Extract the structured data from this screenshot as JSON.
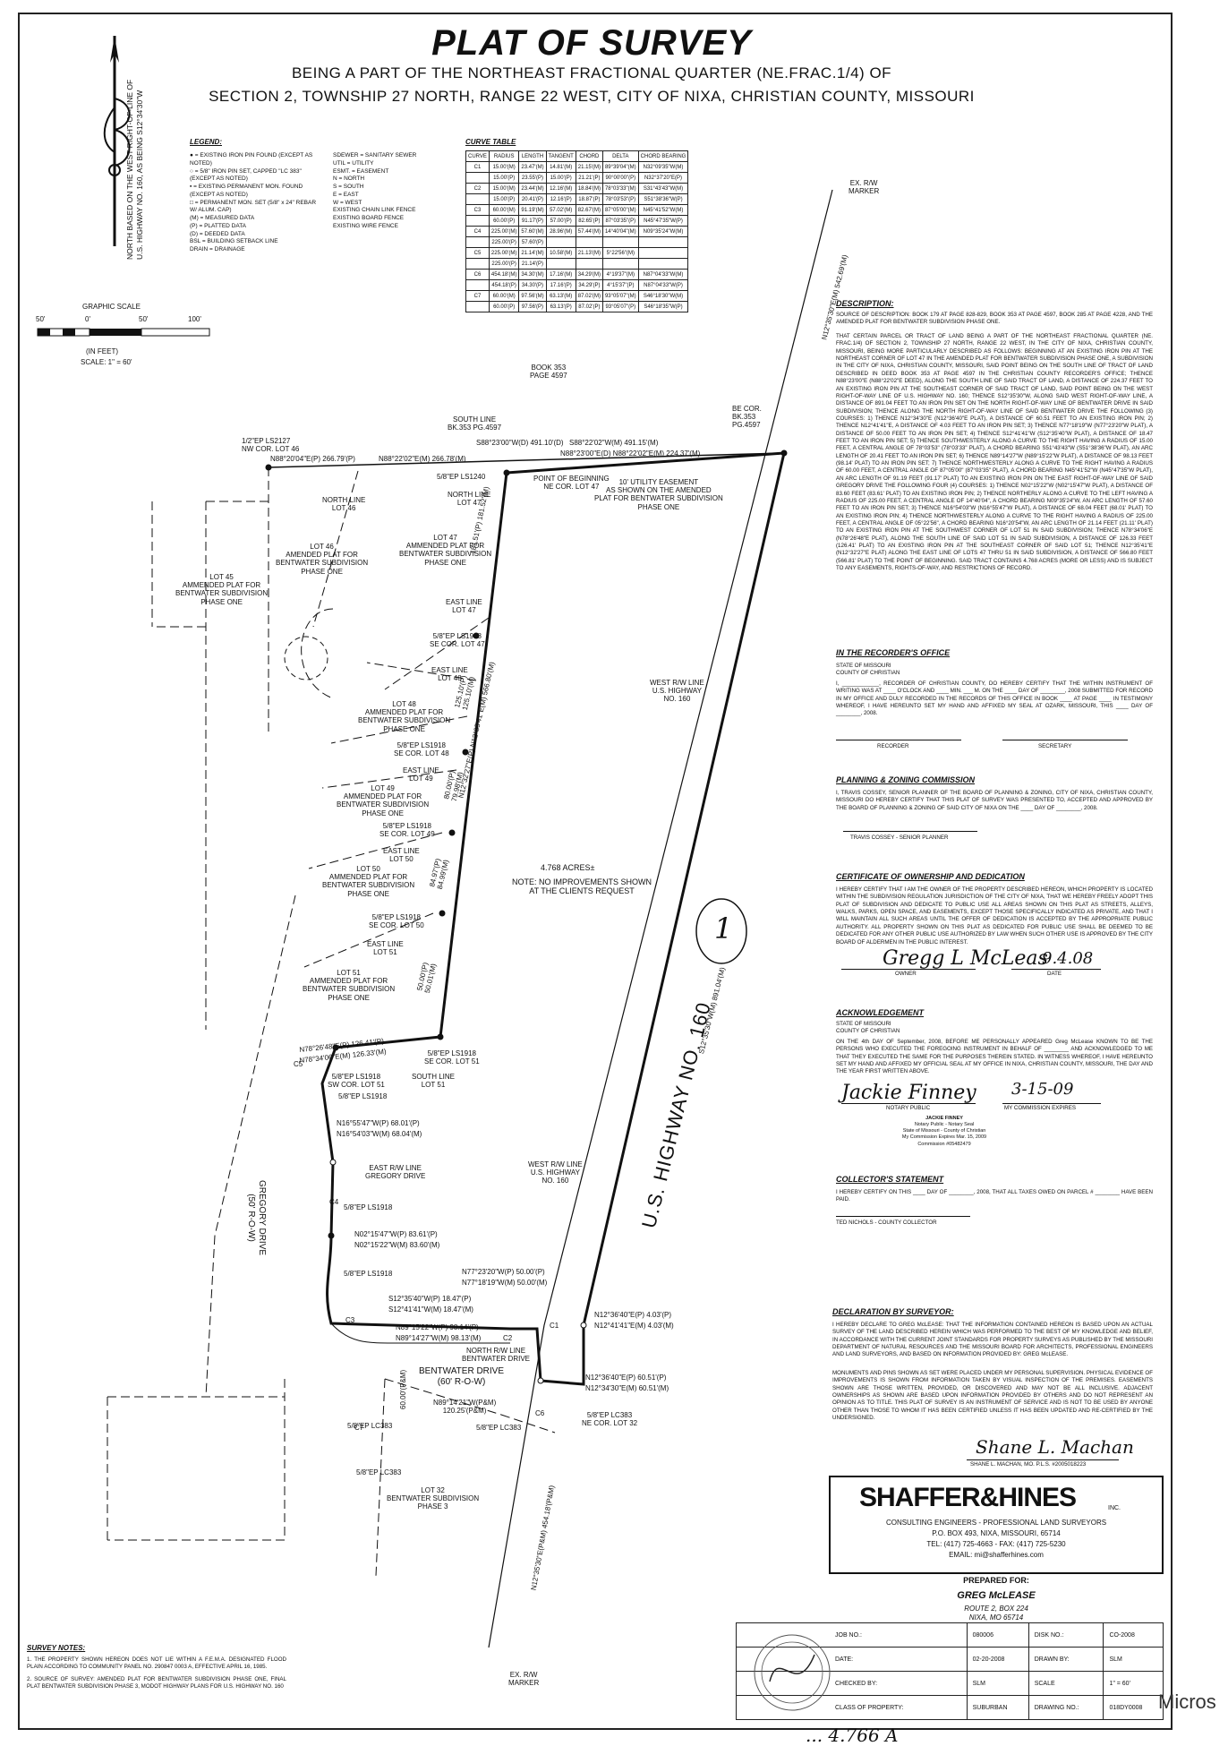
{
  "title": "PLAT OF SURVEY",
  "subtitle_1": "BEING A PART OF THE NORTHEAST FRACTIONAL QUARTER (NE.FRAC.1/4) OF",
  "subtitle_2": "SECTION 2, TOWNSHIP 27 NORTH, RANGE 22 WEST, CITY OF NIXA, CHRISTIAN COUNTY, MISSOURI",
  "north_note": "NORTH BASED ON THE WEST RIGHT-OF-LINE OF U.S. HIGHWAY NO. 160, AS BEING S12°34'30\"W",
  "legend": {
    "title": "LEGEND:",
    "items_left": [
      "● = EXISTING IRON PIN FOUND (EXCEPT AS NOTED)",
      "○ = 5/8\" IRON PIN SET, CAPPED \"LC 383\" (EXCEPT AS NOTED)",
      "▪ = EXISTING PERMANENT MON. FOUND (EXCEPT AS NOTED)",
      "□ = PERMANENT MON. SET (5/8\" x 24\" REBAR W/ ALUM. CAP)",
      "(M) = MEASURED DATA",
      "(P) = PLATTED DATA",
      "(D) = DEEDED DATA",
      "BSL = BUILDING SETBACK LINE",
      "DRAIN = DRAINAGE"
    ],
    "items_right": [
      "SDEWER = SANITARY SEWER",
      "UTIL = UTILITY",
      "ESMT. = EASEMENT",
      "N = NORTH",
      "S = SOUTH",
      "E = EAST",
      "W = WEST",
      "EXISTING CHAIN LINK FENCE",
      "EXISTING BOARD FENCE",
      "EXISTING WIRE FENCE"
    ]
  },
  "graphic_scale": {
    "label": "GRAPHIC SCALE",
    "ticks": [
      "50'",
      "0'",
      "50'",
      "100'"
    ],
    "units": "(IN FEET)",
    "scale": "SCALE: 1\" = 60'"
  },
  "curve_table": {
    "title": "CURVE TABLE",
    "headers": [
      "CURVE",
      "RADIUS",
      "LENGTH",
      "TANGENT",
      "CHORD",
      "DELTA",
      "CHORD BEARING"
    ],
    "rows": [
      [
        "C1",
        "15.00'(M)",
        "23.47'(M)",
        "14.81'(M)",
        "21.15'(M)",
        "89°39'04\"(M)",
        "N32°09'35\"W(M)"
      ],
      [
        "",
        "15.00'(P)",
        "23.55'(P)",
        "15.00'(P)",
        "21.21'(P)",
        "90°00'00\"(P)",
        "N32°37'20\"E(P)"
      ],
      [
        "C2",
        "15.00'(M)",
        "23.44'(M)",
        "12.16'(M)",
        "18.84'(M)",
        "78°03'33\"(M)",
        "S31°43'43\"W(M)"
      ],
      [
        "",
        "15.00'(P)",
        "20.41'(P)",
        "12.16'(P)",
        "18.87'(P)",
        "78°03'53\"(P)",
        "S51°38'36\"W(P)"
      ],
      [
        "C3",
        "60.00'(M)",
        "91.19'(M)",
        "57.02'(M)",
        "82.67'(M)",
        "87°05'00\"(M)",
        "N45°41'52\"W(M)"
      ],
      [
        "",
        "60.00'(P)",
        "91.17'(P)",
        "57.00'(P)",
        "82.65'(P)",
        "87°03'35\"(P)",
        "N45°47'35\"W(P)"
      ],
      [
        "C4",
        "225.00'(M)",
        "57.60'(M)",
        "28.96'(M)",
        "57.44'(M)",
        "14°40'04\"(M)",
        "N09°35'24\"W(M)"
      ],
      [
        "",
        "225.00'(P)",
        "57.60'(P)",
        "",
        "",
        "",
        ""
      ],
      [
        "C5",
        "225.00'(M)",
        "21.14'(M)",
        "10.58'(M)",
        "21.13'(M)",
        "5°22'56\"(M)",
        ""
      ],
      [
        "",
        "225.00'(P)",
        "21.14'(P)",
        "",
        "",
        "",
        ""
      ],
      [
        "C6",
        "454.18'(M)",
        "34.30'(M)",
        "17.16'(M)",
        "34.29'(M)",
        "4°19'37\"(M)",
        "N87°04'33\"W(M)"
      ],
      [
        "",
        "454.18'(P)",
        "34.30'(P)",
        "17.16'(P)",
        "34.29'(P)",
        "4°15'37\"(P)",
        "N87°04'33\"W(P)"
      ],
      [
        "C7",
        "60.00'(M)",
        "97.56'(M)",
        "63.13'(M)",
        "87.02'(M)",
        "93°05'07\"(M)",
        "S46°18'30\"W(M)"
      ],
      [
        "",
        "60.00'(P)",
        "97.56'(P)",
        "63.13'(P)",
        "87.02'(P)",
        "93°05'07\"(P)",
        "S46°18'35\"W(P)"
      ]
    ]
  },
  "description": {
    "title": "DESCRIPTION:",
    "source": "SOURCE OF DESCRIPTION: BOOK 179 AT PAGE 828-829, BOOK 353 AT PAGE 4597, BOOK 285 AT PAGE 4228, AND THE AMENDED PLAT FOR BENTWATER SUBDIVISION PHASE ONE.",
    "body": "THAT CERTAIN PARCEL OR TRACT OF LAND BEING A PART OF THE NORTHEAST FRACTIONAL QUARTER (NE. FRAC.1/4) OF SECTION 2, TOWNSHIP 27 NORTH, RANGE 22 WEST, IN THE CITY OF NIXA, CHRISTIAN COUNTY, MISSOURI, BEING MORE PARTICULARLY DESCRIBED AS FOLLOWS: BEGINNING AT AN EXISTING IRON PIN AT THE NORTHEAST CORNER OF LOT 47 IN THE AMENDED PLAT FOR BENTWATER SUBDIVISION PHASE ONE, A SUBDIVISION IN THE CITY OF NIXA, CHRISTIAN COUNTY, MISSOURI, SAID POINT BEING ON THE SOUTH LINE OF TRACT OF LAND DESCRIBED IN DEED BOOK 353 AT PAGE 4597 IN THE CHRISTIAN COUNTY RECORDER'S OFFICE; THENCE N88°23'00\"E (N88°22'02\"E DEED), ALONG THE SOUTH LINE OF SAID TRACT OF LAND, A DISTANCE OF 224.37 FEET TO AN EXISTING IRON PIN AT THE SOUTHEAST CORNER OF SAID TRACT OF LAND, SAID POINT BEING ON THE WEST RIGHT-OF-WAY LINE OF U.S. HIGHWAY NO. 160; THENCE S12°35'30\"W, ALONG SAID WEST RIGHT-OF-WAY LINE, A DISTANCE OF 891.04 FEET TO AN IRON PIN SET ON THE NORTH RIGHT-OF-WAY LINE OF BENTWATER DRIVE IN SAID SUBDIVISION; THENCE ALONG THE NORTH RIGHT-OF-WAY LINE OF SAID BENTWATER DRIVE THE FOLLOWING (3) COURSES: 1) THENCE N12°34'30\"E (N12°36'40\"E PLAT), A DISTANCE OF 60.51 FEET TO AN EXISTING IRON PIN; 2) THENCE N12°41'41\"E, A DISTANCE OF 4.03 FEET TO AN IRON PIN SET; 3) THENCE N77°18'19\"W (N77°23'20\"W PLAT), A DISTANCE OF 50.00 FEET TO AN IRON PIN SET; 4) THENCE S12°41'41\"W (S12°35'40\"W PLAT), A DISTANCE OF 18.47 FEET TO AN IRON PIN SET; 5) THENCE SOUTHWESTERLY ALONG A CURVE TO THE RIGHT HAVING A RADIUS OF 15.00 FEET, A CENTRAL ANGLE OF 78°03'53\" (78°03'33\" PLAT), A CHORD BEARING S51°43'43\"W (S51°38'36\"W PLAT), AN ARC LENGTH OF 20.41 FEET TO AN IRON PIN SET; 6) THENCE N89°14'27\"W (N89°15'22\"W PLAT), A DISTANCE OF 98.13 FEET (98.14' PLAT) TO AN IRON PIN SET; 7) THENCE NORTHWESTERLY ALONG A CURVE TO THE RIGHT HAVING A RADIUS OF 60.00 FEET, A CENTRAL ANGLE OF 87°05'00\" (87°03'35\" PLAT), A CHORD BEARING N45°41'52\"W (N45°47'35\"W PLAT), AN ARC LENGTH OF 91.19 FEET (91.17' PLAT) TO AN EXISTING IRON PIN ON THE EAST RIGHT-OF-WAY LINE OF SAID GREGORY DRIVE THE FOLLOWING FOUR (4) COURSES: 1) THENCE N02°15'22\"W (N02°15'47\"W PLAT), A DISTANCE OF 83.60 FEET (83.61' PLAT) TO AN EXISTING IRON PIN; 2) THENCE NORTHERLY ALONG A CURVE TO THE LEFT HAVING A RADIUS OF 225.00 FEET, A CENTRAL ANGLE OF 14°40'04\", A CHORD BEARING N09°35'24\"W, AN ARC LENGTH OF 57.60 FEET TO AN IRON PIN SET; 3) THENCE N16°54'03\"W (N16°55'47\"W PLAT), A DISTANCE OF 68.04 FEET (68.01' PLAT) TO AN EXISTING IRON PIN; 4) THENCE NORTHWESTERLY ALONG A CURVE TO THE RIGHT HAVING A RADIUS OF 225.00 FEET, A CENTRAL ANGLE OF 05°22'56\", A CHORD BEARING N16°20'54\"W, AN ARC LENGTH OF 21.14 FEET (21.11' PLAT) TO AN EXISTING IRON PIN AT THE SOUTHWEST CORNER OF LOT 51 IN SAID SUBDIVISION; THENCE N78°34'06\"E (N78°26'48\"E PLAT), ALONG THE SOUTH LINE OF SAID LOT 51 IN SAID SUBDIVISION, A DISTANCE OF 126.33 FEET (126.41' PLAT) TO AN EXISTING IRON PIN AT THE SOUTHEAST CORNER OF SAID LOT 51; THENCE N12°35'41\"E (N12°32'27\"E PLAT) ALONG THE EAST LINE OF LOTS 47 THRU 51 IN SAID SUBDIVISION, A DISTANCE OF 566.80 FEET (566.81' PLAT) TO THE POINT OF BEGINNING. SAID TRACT CONTAINS 4.768 ACRES (MORE OR LESS) AND IS SUBJECT TO ANY EASEMENTS, RIGHTS-OF-WAY, AND RESTRICTIONS OF RECORD."
  },
  "recorder": {
    "title": "IN THE RECORDER'S OFFICE",
    "state": "STATE OF MISSOURI",
    "county": "COUNTY OF CHRISTIAN",
    "body": "I, ____________, RECORDER OF CHRISTIAN COUNTY, DO HEREBY CERTIFY THAT THE WITHIN INSTRUMENT OF WRITING WAS AT ____ O'CLOCK AND ____ MIN. ___ M. ON THE ____ DAY OF ________, 2008 SUBMITTED FOR RECORD IN MY OFFICE AND DULY RECORDED IN THE RECORDS OF THIS OFFICE IN BOOK ____ AT PAGE ____ IN TESTIMONY WHEREOF, I HAVE HEREUNTO SET MY HAND AND AFFIXED MY SEAL AT OZARK, MISSOURI, THIS ____ DAY OF ________, 2008.",
    "sig1": "RECORDER",
    "sig2": "SECRETARY"
  },
  "planning": {
    "title": "PLANNING & ZONING COMMISSION",
    "body": "I, TRAVIS COSSEY, SENIOR PLANNER OF THE BOARD OF PLANNING & ZONING, CITY OF NIXA, CHRISTIAN COUNTY, MISSOURI DO HEREBY CERTIFY THAT THIS PLAT OF SURVEY WAS PRESENTED TO, ACCEPTED AND APPROVED BY THE BOARD OF PLANNING & ZONING OF SAID CITY OF NIXA ON THE ____ DAY OF ________, 2008.",
    "sig": "TRAVIS COSSEY - SENIOR PLANNER"
  },
  "ownership": {
    "title": "CERTIFICATE OF OWNERSHIP AND DEDICATION",
    "body": "I HEREBY CERTIFY THAT I AM THE OWNER OF THE PROPERTY DESCRIBED HEREON, WHICH PROPERTY IS LOCATED WITHIN THE SUBDIVISION REGULATION JURISDICTION OF THE CITY OF NIXA, THAT WE HEREBY FREELY ADOPT THIS PLAT OF SUBDIVISION AND DEDICATE TO PUBLIC USE ALL AREAS SHOWN ON THIS PLAT AS STREETS, ALLEYS, WALKS, PARKS, OPEN SPACE, AND EASEMENTS, EXCEPT THOSE SPECIFICALLY INDICATED AS PRIVATE, AND THAT I WILL MAINTAIN ALL SUCH AREAS UNTIL THE OFFER OF DEDICATION IS ACCEPTED BY THE APPROPRIATE PUBLIC AUTHORITY. ALL PROPERTY SHOWN ON THIS PLAT AS DEDICATED FOR PUBLIC USE SHALL BE DEEMED TO BE DEDICATED FOR ANY OTHER PUBLIC USE AUTHORIZED BY LAW WHEN SUCH OTHER USE IS APPROVED BY THE CITY BOARD OF ALDERMEN IN THE PUBLIC INTEREST.",
    "sig_owner": "OWNER",
    "sig_date": "DATE",
    "date_written": "9.4.08"
  },
  "acknowledgement": {
    "title": "ACKNOWLEDGEMENT",
    "state": "STATE OF MISSOURI",
    "county": "COUNTY OF CHRISTIAN",
    "body": "ON THE 4th DAY OF September, 2008, BEFORE ME PERSONALLY APPEARED Greg McLease KNOWN TO BE THE PERSONS WHO EXECUTED THE FOREGOING INSTRUMENT IN BEHALF OF ________ AND ACKNOWLEDGED TO ME THAT THEY EXECUTED THE SAME FOR THE PURPOSES THEREIN STATED. IN WITNESS WHEREOF, I HAVE HEREUNTO SET MY HAND AND AFFIXED MY OFFICIAL SEAL AT MY OFFICE IN NIXA, CHRISTIAN COUNTY, MISSOURI, THE DAY AND THE YEAR FIRST WRITTEN ABOVE.",
    "sig_notary": "NOTARY PUBLIC",
    "sig_expires": "MY COMMISSION EXPIRES",
    "expires_written": "3-15-09",
    "stamp": [
      "JACKIE FINNEY",
      "Notary Public - Notary Seal",
      "State of Missouri - County of Christian",
      "My Commission Expires Mar. 15, 2009",
      "Commission #05482479"
    ]
  },
  "collector": {
    "title": "COLLECTOR'S STATEMENT",
    "body": "I HEREBY CERTIFY ON THIS ____ DAY OF ________, 2008, THAT ALL TAXES OWED ON PARCEL # ________ HAVE BEEN PAID.",
    "sig": "TED NICHOLS - COUNTY COLLECTOR"
  },
  "surveyor": {
    "title": "DECLARATION BY SURVEYOR:",
    "body1": "I HEREBY DECLARE TO GREG McLEASE: THAT THE INFORMATION CONTAINED HEREON IS BASED UPON AN ACTUAL SURVEY OF THE LAND DESCRIBED HEREIN WHICH WAS PERFORMED TO THE BEST OF MY KNOWLEDGE AND BELIEF, IN ACCORDANCE WITH THE CURRENT JOINT STANDARDS FOR PROPERTY SURVEYS AS PUBLISHED BY THE MISSOURI DEPARTMENT OF NATURAL RESOURCES AND THE MISSOURI BOARD FOR ARCHITECTS, PROFESSIONAL ENGINEERS AND LAND SURVEYORS, AND BASED ON INFORMATION PROVIDED BY: GREG McLEASE.",
    "body2": "MONUMENTS AND PINS SHOWN AS SET WERE PLACED UNDER MY PERSONAL SUPERVISION. PHYSICAL EVIDENCE OF IMPROVEMENTS IS SHOWN FROM INFORMATION TAKEN BY VISUAL INSPECTION OF THE PREMISES. EASEMENTS SHOWN ARE THOSE WRITTEN, PROVIDED, OR DISCOVERED AND MAY NOT BE ALL INCLUSIVE. ADJACENT OWNERSHIPS AS SHOWN ARE BASED UPON INFORMATION PROVIDED BY OTHERS AND DO NOT REPRESENT AN OPINION AS TO TITLE. THIS PLAT OF SURVEY IS AN INSTRUMENT OF SERVICE AND IS NOT TO BE USED BY ANYONE OTHER THAN THOSE TO WHOM IT HAS BEEN CERTIFIED UNLESS IT HAS BEEN UPDATED AND RE-CERTIFIED BY THE UNDERSIGNED.",
    "sig": "SHANE L. MACHAN, MO. P.L.S. #2005018223"
  },
  "firm": {
    "logo": "SHAFFER&HINES",
    "logo_sub": "INC.",
    "line1": "CONSULTING ENGINEERS - PROFESSIONAL LAND SURVEYORS",
    "line2": "P.O. BOX 493, NIXA, MISSOURI, 65714",
    "line3": "TEL: (417) 725-4663 - FAX: (417) 725-5230",
    "line4": "EMAIL: mi@shafferhines.com"
  },
  "prepared": {
    "label": "PREPARED FOR:",
    "name": "GREG McLEASE",
    "addr1": "ROUTE 2, BOX 224",
    "addr2": "NIXA, MO 65714"
  },
  "info_table": [
    [
      "JOB NO.:",
      "080006",
      "DISK NO.:",
      "CO-2008"
    ],
    [
      "DATE:",
      "02-20-2008",
      "DRAWN BY:",
      "SLM"
    ],
    [
      "CHECKED BY:",
      "SLM",
      "SCALE",
      "1\" = 60'"
    ],
    [
      "CLASS OF PROPERTY:",
      "SUBURBAN",
      "DRAWING NO.:",
      "018DY0008"
    ]
  ],
  "survey_notes": {
    "title": "SURVEY NOTES:",
    "notes": [
      "1. THE PROPERTY SHOWN HEREON DOES NOT LIE WITHIN A F.E.M.A. DESIGNATED FLOOD PLAIN ACCORDING TO COMMUNITY PANEL NO. 290847 0003 A, EFFECTIVE APRIL 16, 1985.",
      "2. SOURCE OF SURVEY: AMENDED PLAT FOR BENTWATER SUBDIVISION PHASE ONE, FINAL PLAT BENTWATER SUBDIVISION PHASE 3, MODOT HIGHWAY PLANS FOR U.S. HIGHWAY NO. 160"
    ]
  },
  "plat_labels": {
    "book353": "BOOK 353\nPAGE 4597",
    "south_line": "SOUTH LINE\nBK.353 PG.4597",
    "ex_rw_marker_top": "EX. R/W\nMARKER",
    "ex_rw_marker_bottom": "EX. R/W\nMARKER",
    "be_corner": "BE COR.\nBK.353\nPG.4597",
    "nw_cor_lot46": "1/2\"EP LS2127\nNW COR. LOT 46",
    "n_line_1": "N88°20'04\"E(P) 266.79'(P)",
    "n_line_2": "N88°22'02\"E(M) 266.78'(M)",
    "n_line_3": "S88°23'00\"W(D) 491.10'(D)",
    "n_line_4": "S88°22'02\"W(M) 491.15'(M)",
    "n_line_5": "N88°23'00\"E(D) N88°22'02\"E(M) 224.37'(M)",
    "pin_top": "5/8\"EP LS1240",
    "pob": "POINT OF BEGINNING\nNE COR. LOT 47",
    "utility_esmt": "10' UTILITY EASEMENT\nAS SHOWN ON THE AMENDED\nPLAT FOR BENTWATER SUBDIVISION\nPHASE ONE",
    "n_line_lot46": "NORTH LINE\nLOT 46",
    "n_line_lot47": "NORTH LINE\nLOT 47",
    "lot46": "LOT 46\nAMENDED PLAT FOR\nBENTWATER SUBDIVISION\nPHASE ONE",
    "lot45": "LOT 45\nAMMENDED PLAT FOR\nBENTWATER SUBDIVISION\nPHASE ONE",
    "lot47": "LOT 47\nAMMENDED PLAT FOR\nBENTWATER SUBDIVISION\nPHASE ONE",
    "east_line_47": "EAST LINE\nLOT 47",
    "se_cor_47": "5/8\"EP LS1918\nSE COR. LOT 47",
    "east_line_48": "EAST LINE\nLOT 48",
    "lot48": "LOT 48\nAMMENDED PLAT FOR\nBENTWATER SUBDIVISION\nPHASE ONE",
    "se_cor_48": "5/8\"EP LS1918\nSE COR. LOT 48",
    "east_line_49": "EAST LINE\nLOT 49",
    "lot49": "LOT 49\nAMMENDED PLAT FOR\nBENTWATER SUBDIVISION\nPHASE ONE",
    "se_cor_49": "5/8\"EP LS1918\nSE COR. LOT 49",
    "east_line_50": "EAST LINE\nLOT 50",
    "lot50": "LOT 50\nAMMENDED PLAT FOR\nBENTWATER SUBDIVISION\nPHASE ONE",
    "se_cor_50": "5/8\"EP LS1918\nSE COR. LOT 50",
    "east_line_51": "EAST LINE\nLOT 51",
    "lot51": "LOT 51\nAMMENDED PLAT FOR\nBENTWATER SUBDIVISION\nPHASE ONE",
    "lot47_bearing": "181.51'(P) 181.52'(M)",
    "main_east_bearing": "N12°32'27\"E(P) N12°35'41\"E(M) 566.80'(M)",
    "dist1": "125.10'(P)\n125.10'(M)",
    "dist2": "80.00'(P)\n79.98'(M)",
    "dist3": "84.97'(P)\n84.99'(M)",
    "dist4": "50.00'(P)\n50.01'(M)",
    "lot51_s_1": "N78°26'48\"E(P) 126.41'(P)",
    "lot51_s_2": "N78°34'06\"E(M) 126.33'(M)",
    "sw_cor_51": "5/8\"EP LS1918\nSW COR. LOT 51",
    "se_cor_51": "5/8\"EP LS1918\nSE COR. LOT 51",
    "pin_ls1918": "5/8\"EP LS1918",
    "south_line_51": "SOUTH LINE\nLOT 51",
    "west_rw_top": "WEST R/W LINE\nU.S. HIGHWAY\nNO. 160",
    "west_rw_bottom": "WEST R/W LINE\nU.S. HIGHWAY\nNO. 160",
    "acres": "4.768 ACRES±",
    "note_improvements": "NOTE: NO IMPROVEMENTS SHOWN\nAT THE CLIENTS REQUEST",
    "highway_bearing": "S12°35'30\"W(M) 891.04'(M)",
    "highway_top_bearing": "N12°35'30\"E(M) 542.69'(M)",
    "highway": "U.S. HIGHWAY NO. 160",
    "gregory": "GREGORY DRIVE\n(50' R-O-W)",
    "gregory_b1": "N16°55'47\"W(P) 68.01'(P)",
    "gregory_b2": "N16°54'03\"W(M) 68.04'(M)",
    "east_rw_gregory": "EAST R/W LINE\nGREGORY DRIVE",
    "pin_ls1918_b": "5/8\"EP LS1918",
    "gregory_b3": "N02°15'47\"W(P) 83.61'(P)",
    "gregory_b4": "N02°15'22\"W(M) 83.60'(M)",
    "pin_ls1918_c": "5/8\"EP LS1918",
    "b77_1": "N77°23'20\"W(P) 50.00'(P)",
    "b77_2": "N77°18'19\"W(M) 50.00'(M)",
    "b12_1": "S12°35'40\"W(P) 18.47'(P)",
    "b12_2": "S12°41'41\"W(M) 18.47'(M)",
    "b89_1": "N89°15'22\"W(P) 98.14'(P)",
    "b89_2": "N89°14'27\"W(M) 98.13'(M)",
    "north_rw_bentwater": "NORTH R/W LINE\nBENTWATER DRIVE",
    "bentwater": "BENTWATER DRIVE\n(60' R-O-W)",
    "b12_3": "N12°36'40\"E(P) 4.03'(P)",
    "b12_4": "N12°41'41\"E(M) 4.03'(M)",
    "b12_5": "N12°36'40\"E(P) 60.51'(P)",
    "b12_6": "N12°34'30\"E(M) 60.51'(M)",
    "b89_3": "N89°14'21\"W(P&M)\n120.25'(P&M)",
    "pin_lc383_a": "5/8\"EP LC383",
    "pin_lc383_b": "5/8\"EP LC383",
    "pin_lc383_c": "5/8\"EP LC383\nNE COR. LOT 32",
    "pin_lc383_d": "5/8\"EP LC383",
    "dist_60": "60.00'(P&M)",
    "lot32": "LOT 32\nBENTWATER SUBDIVISION\nPHASE 3",
    "highway_bottom_bearing": "N12°35'30\"E(P&M) 454.18'(P&M)",
    "c1": "C1",
    "c2": "C2",
    "c3": "C3",
    "c4": "C4",
    "c5": "C5",
    "c6": "C6",
    "c7": "C7",
    "circled_number": "1"
  },
  "bottom_scribble": "... 4.766 A",
  "corner_text": "Micros"
}
